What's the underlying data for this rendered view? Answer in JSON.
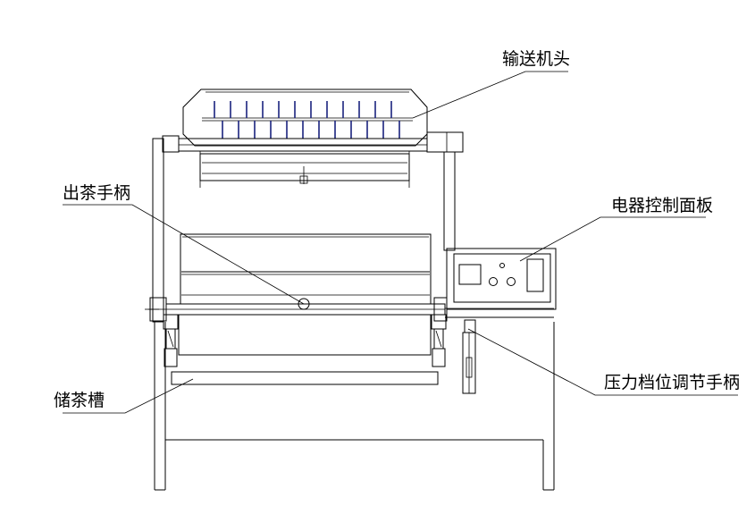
{
  "labels": {
    "conveyor_head": "输送机头",
    "tea_output_handle": "出茶手柄",
    "electrical_control_panel": "电器控制面板",
    "tea_storage_trough": "储茶槽",
    "pressure_gear_adjust_handle": "压力档位调节手柄"
  }
}
